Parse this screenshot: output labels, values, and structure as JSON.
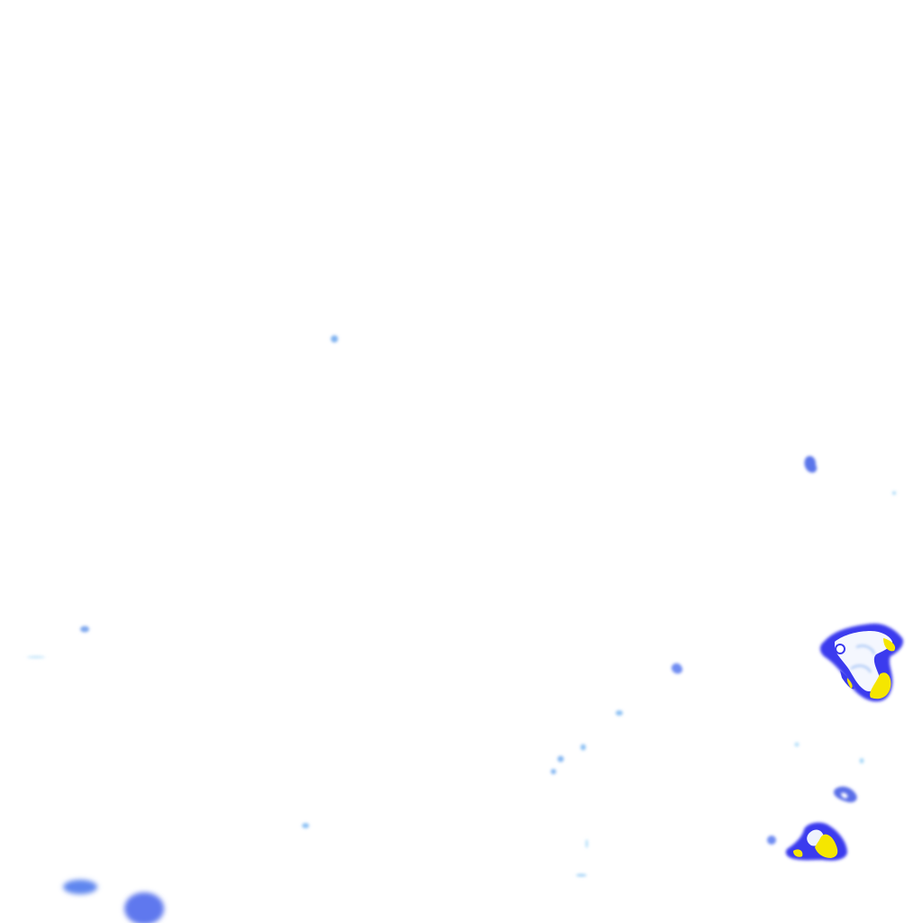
{
  "map": {
    "kind": "radar-precipitation-overlay",
    "background_color": "#ffffff",
    "palette": {
      "light": "#a8d8f8",
      "moderate": "#6f8cf2",
      "heavy": "#3b3bee",
      "intense": "#f5e600"
    },
    "echo_counts": {
      "total_cells": 22,
      "intense_cores": 4
    }
  }
}
